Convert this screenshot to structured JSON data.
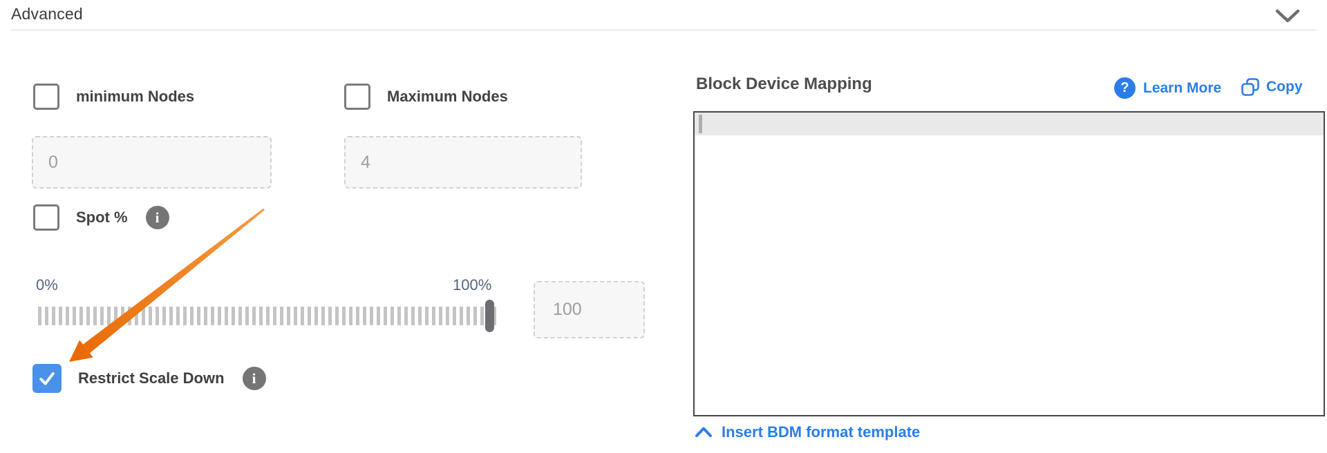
{
  "header": {
    "title": "Advanced",
    "collapse_icon": "chevron-down-icon"
  },
  "left": {
    "min_nodes": {
      "label": "minimum Nodes",
      "checked": false,
      "placeholder": "0"
    },
    "max_nodes": {
      "label": "Maximum Nodes",
      "checked": false,
      "placeholder": "4"
    },
    "spot": {
      "label": "Spot %",
      "checked": false,
      "info_icon": "info-icon",
      "info_glyph": "i"
    },
    "slider": {
      "min_label": "0%",
      "max_label": "100%",
      "value": 100,
      "input_placeholder": "100"
    },
    "restrict_scale_down": {
      "label": "Restrict Scale Down",
      "checked": true,
      "info_icon": "info-icon",
      "info_glyph": "i"
    }
  },
  "right": {
    "title": "Block Device Mapping",
    "learn_more": {
      "label": "Learn More",
      "icon": "question-circle-icon",
      "icon_glyph": "?"
    },
    "copy": {
      "label": "Copy",
      "icon": "copy-icon"
    },
    "editor": {
      "value": "",
      "active_line": 1,
      "cursor_visible": true
    },
    "insert_template": {
      "label": "Insert BDM format template",
      "icon": "chevron-up-icon"
    }
  },
  "colors": {
    "accent_blue": "#2b7de9",
    "checked_checkbox_blue": "#4a91e9",
    "annotation_arrow_orange": "#ee720f",
    "slider_label_slate": "#56627f"
  }
}
